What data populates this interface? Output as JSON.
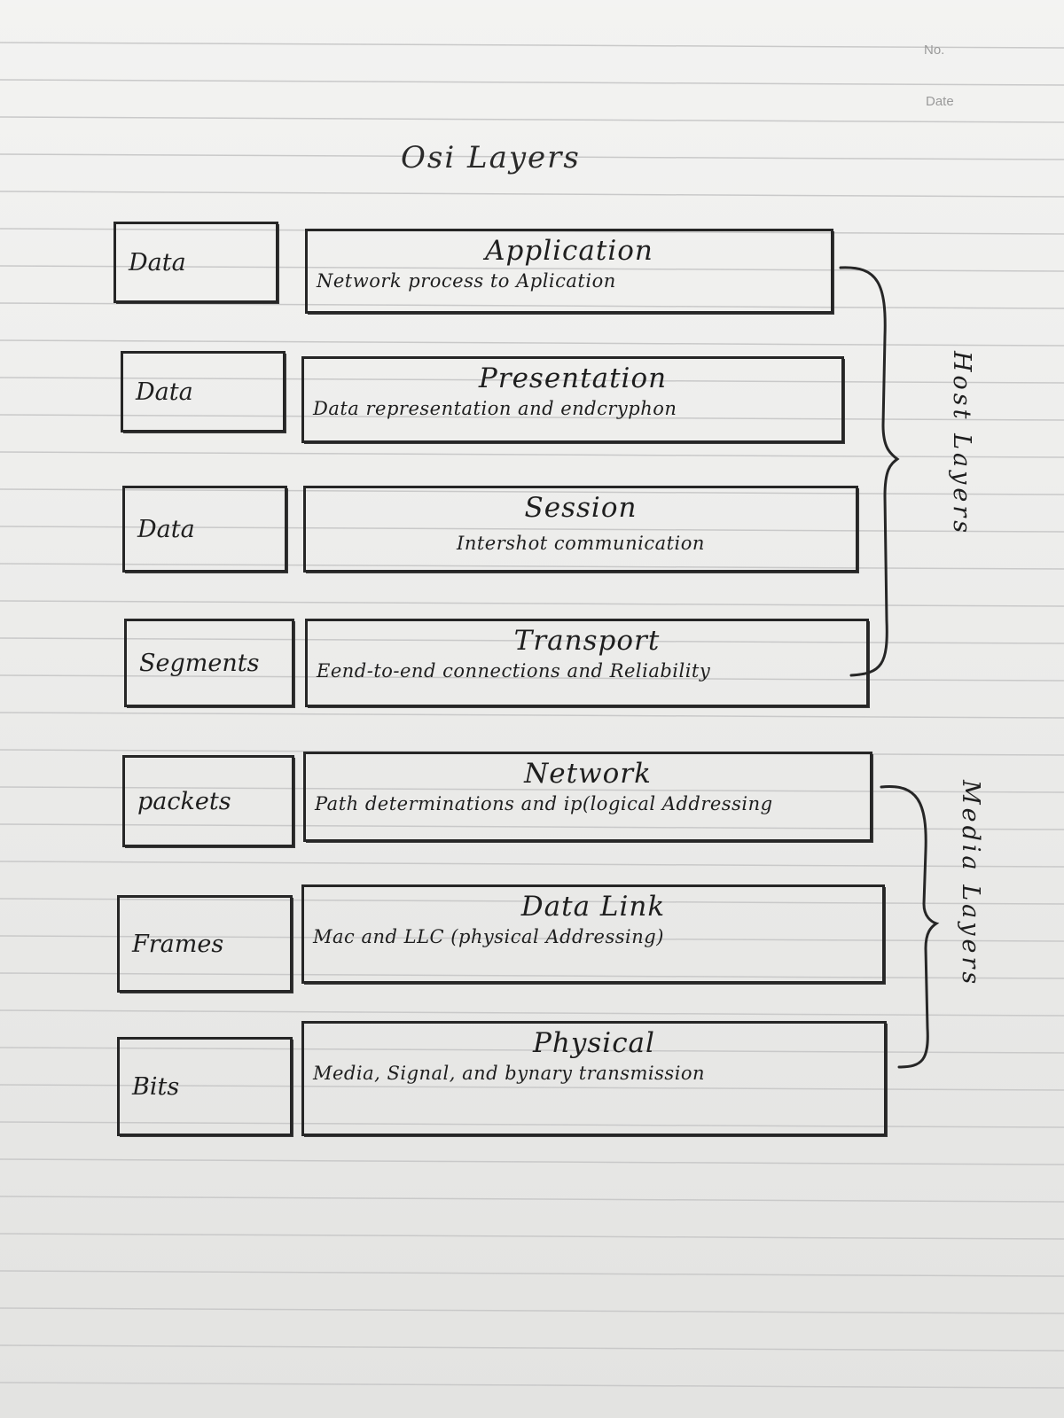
{
  "page": {
    "no_label": "No.",
    "date_label": "Date"
  },
  "title": "Osi Layers",
  "layers": [
    {
      "pdu": "Data",
      "name": "Application",
      "description": "Network process to Aplication"
    },
    {
      "pdu": "Data",
      "name": "Presentation",
      "description": "Data representation and endcryphon"
    },
    {
      "pdu": "Data",
      "name": "Session",
      "description": "Intershot communication"
    },
    {
      "pdu": "Segments",
      "name": "Transport",
      "description": "Eend-to-end connections and Reliability"
    },
    {
      "pdu": "packets",
      "name": "Network",
      "description": "Path determinations and ip(logical Addressing"
    },
    {
      "pdu": "Frames",
      "name": "Data Link",
      "description": "Mac and LLC (physical Addressing)"
    },
    {
      "pdu": "Bits",
      "name": "Physical",
      "description": "Media, Signal, and bynary transmission"
    }
  ],
  "groups": {
    "host": "Host Layers",
    "media": "Media Layers"
  },
  "colors": {
    "ink": "#262626",
    "paper": "#efefed",
    "rule": "#c9c9c9"
  }
}
